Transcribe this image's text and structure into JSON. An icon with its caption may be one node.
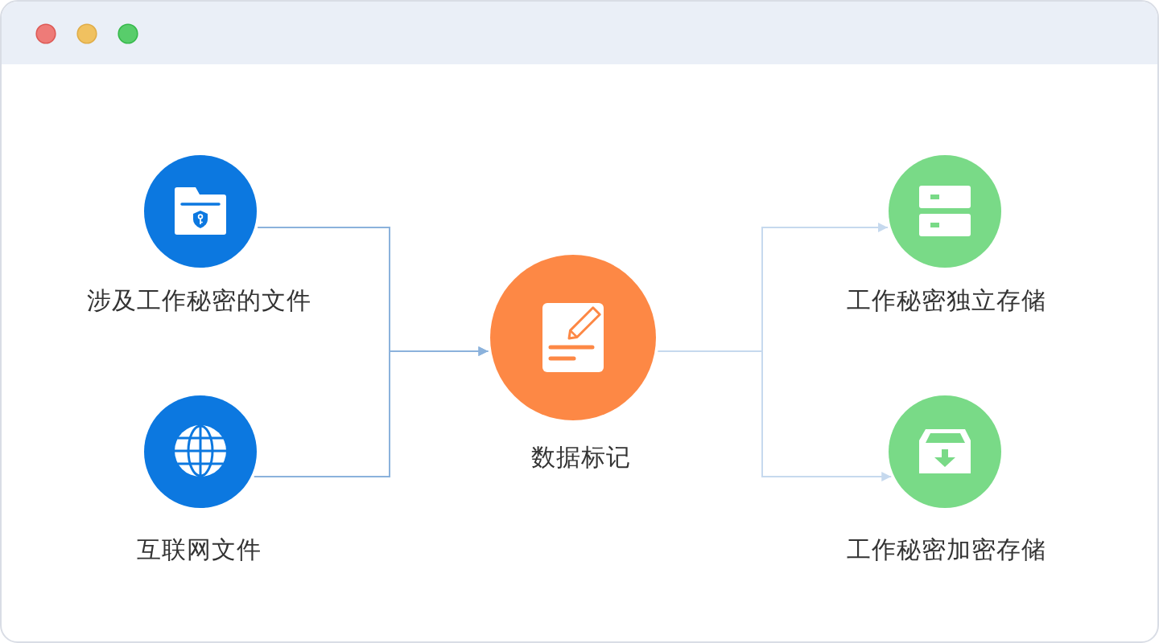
{
  "diagram": {
    "nodes": [
      {
        "text": [],
        "shape": "circle",
        "beside": [
          "涉及工作秘密的文件"
        ]
      },
      {
        "text": [],
        "shape": "circle",
        "beside": [
          "互联网文件"
        ]
      },
      {
        "text": [],
        "shape": "circle",
        "beside": [
          "数据标记"
        ]
      },
      {
        "text": [],
        "shape": "circle",
        "beside": [
          "工作秘密独立存储"
        ]
      },
      {
        "text": [],
        "shape": "circle",
        "beside": [
          "工作秘密加密存储"
        ]
      }
    ],
    "edges": [
      {
        "from": 0,
        "to": 2,
        "arrow": "to"
      },
      {
        "from": 1,
        "to": 2,
        "arrow": "to"
      },
      {
        "from": 2,
        "to": 3,
        "arrow": "to",
        "color": "#c6d9ee"
      },
      {
        "from": 2,
        "to": 4,
        "arrow": "to",
        "color": "#c6d9ee"
      }
    ]
  }
}
